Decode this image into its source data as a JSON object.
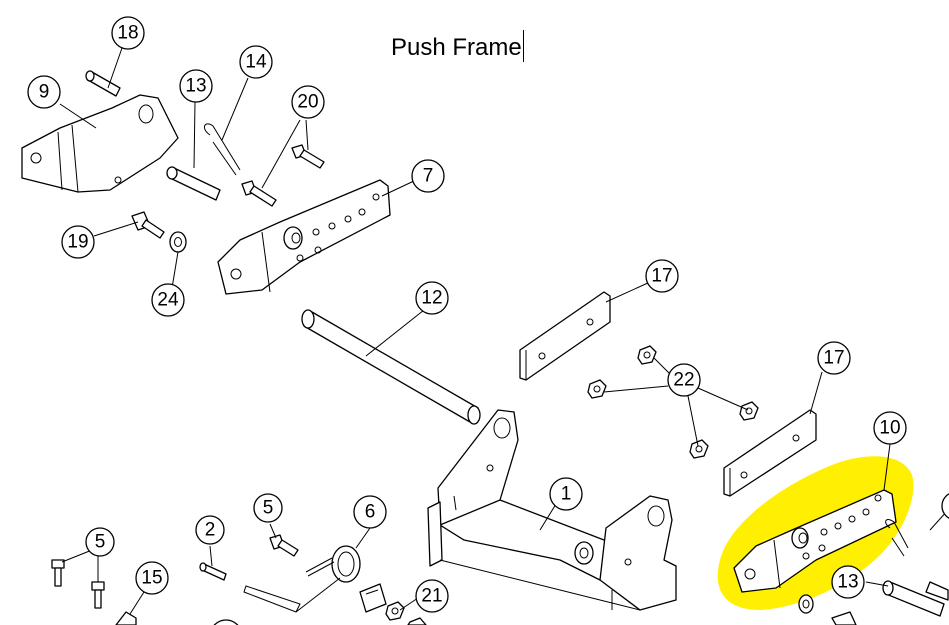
{
  "title": "Push Frame",
  "highlight_color": "#ffef00",
  "callouts": [
    "1",
    "2",
    "5",
    "5",
    "6",
    "7",
    "9",
    "10",
    "12",
    "13",
    "13",
    "14",
    "15",
    "17",
    "17",
    "18",
    "19",
    "20",
    "21",
    "22",
    "24"
  ]
}
